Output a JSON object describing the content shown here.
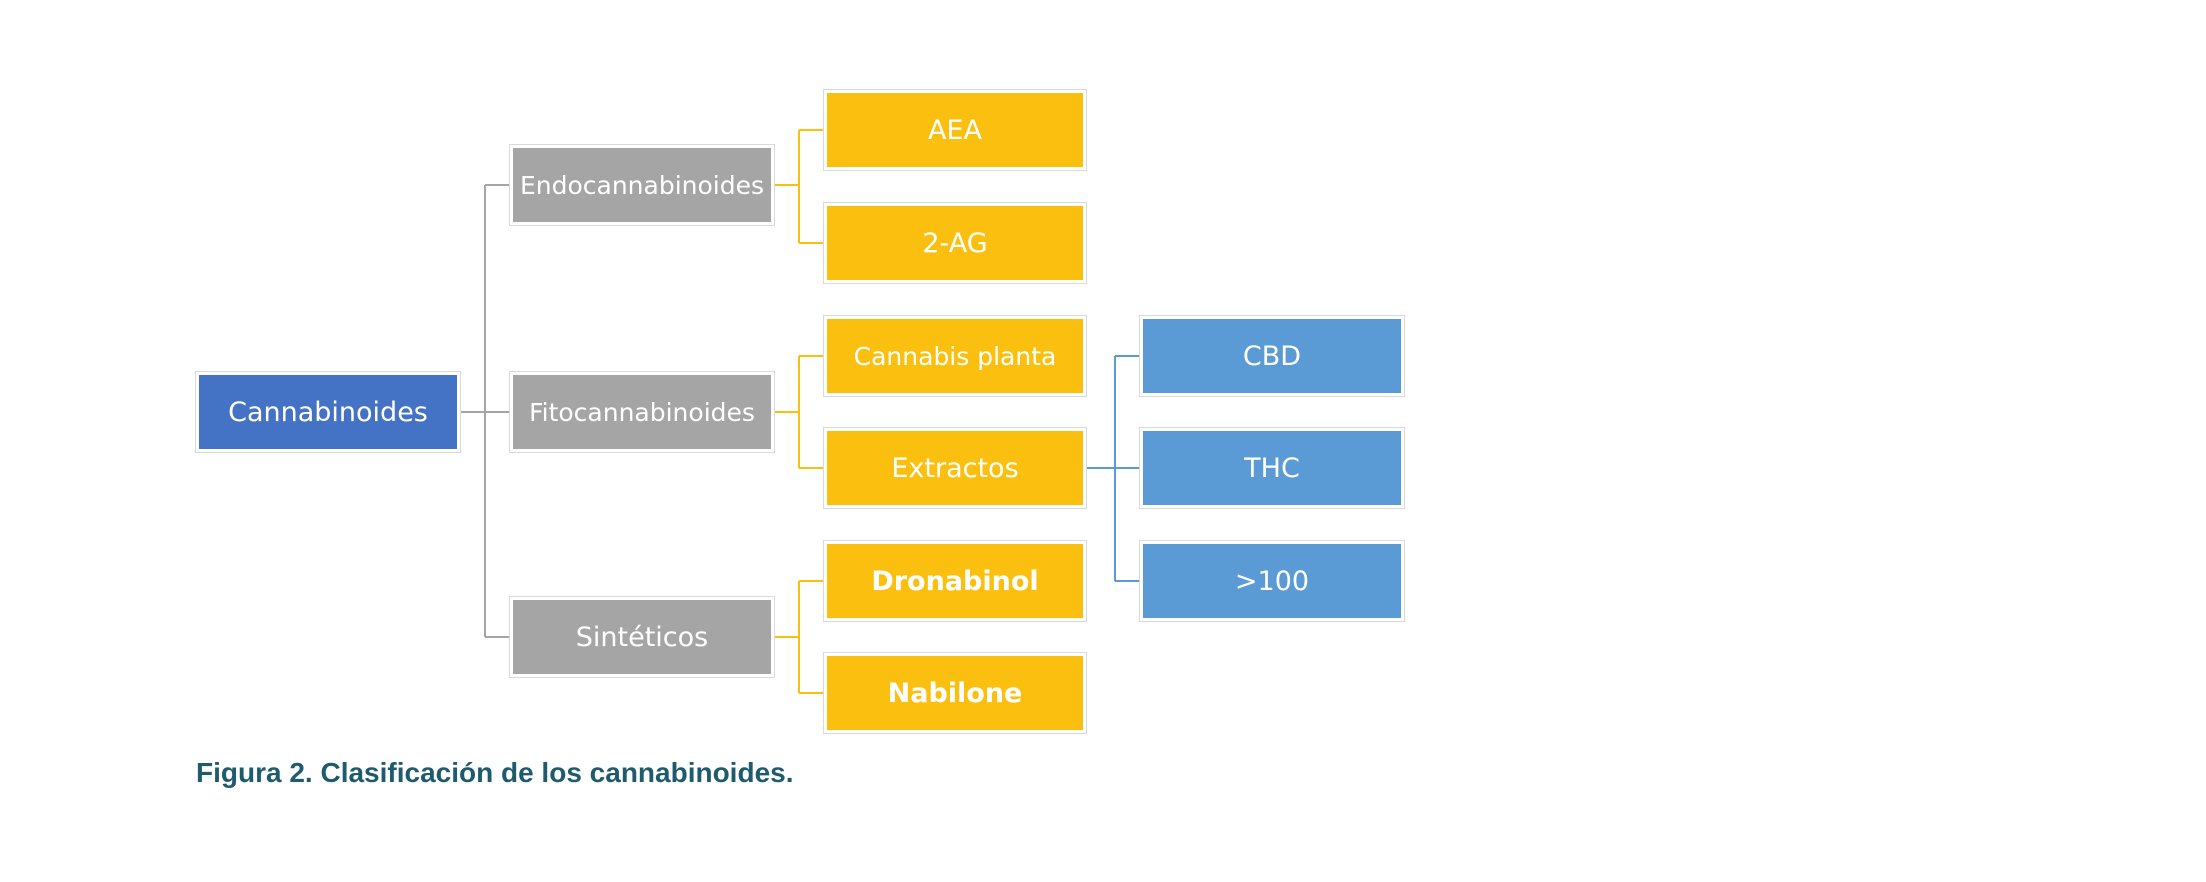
{
  "diagram": {
    "root": "Cannabinoides",
    "groups": {
      "endo": "Endocannabinoides",
      "fito": "Fitocannabinoides",
      "sint": "Sintéticos"
    },
    "leaves": {
      "aea": "AEA",
      "ag2": "2-AG",
      "planta": "Cannabis planta",
      "extractos": "Extractos",
      "dronabinol": "Dronabinol",
      "nabilone": "Nabilone"
    },
    "extract_children": {
      "cbd": "CBD",
      "thc": "THC",
      "more": ">100"
    }
  },
  "colors": {
    "root": "#4472c4",
    "group": "#a5a5a5",
    "leaf": "#fbc00f",
    "extract_child": "#5b9bd5",
    "caption": "#1f5b6e"
  },
  "caption": "Figura 2. Clasificación de los cannabinoides."
}
